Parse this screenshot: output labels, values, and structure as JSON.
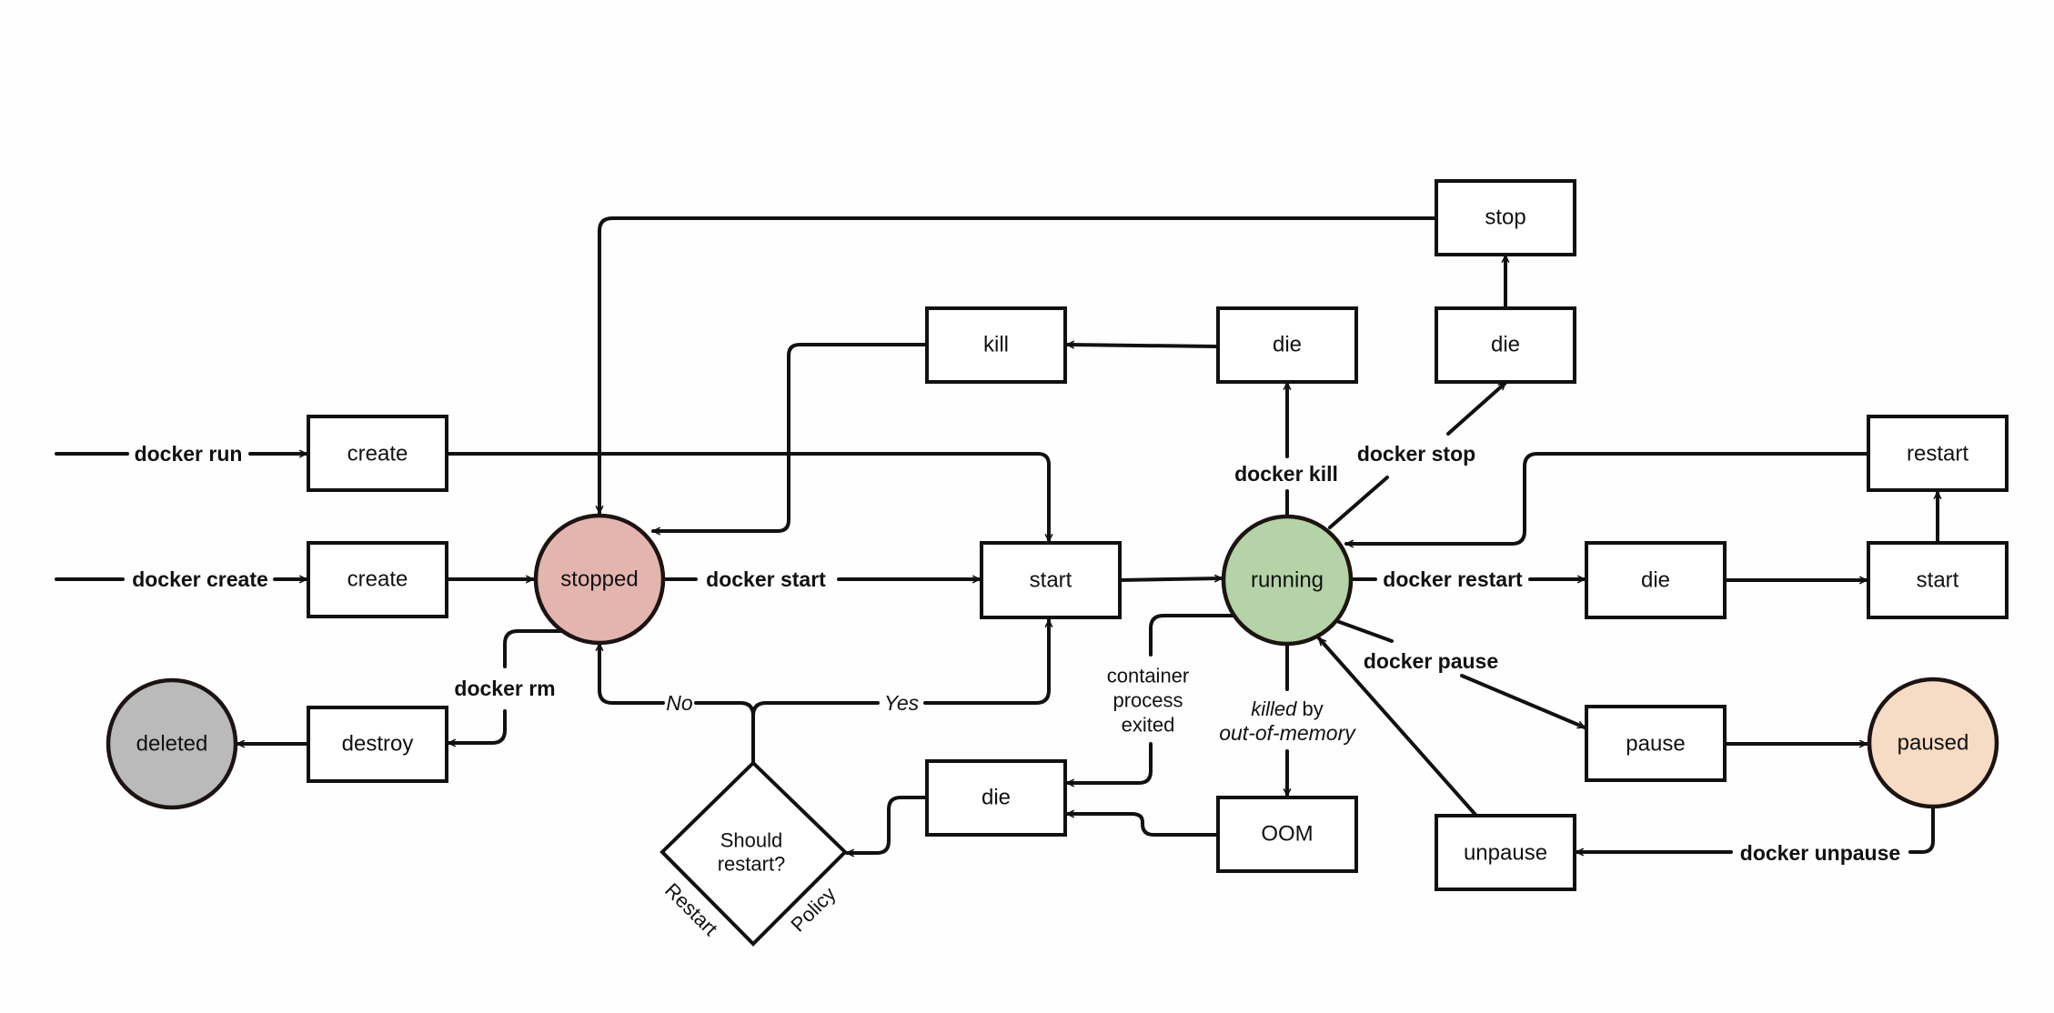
{
  "diagram": {
    "states": {
      "stopped": {
        "label": "stopped",
        "color": "#e3b5ae"
      },
      "running": {
        "label": "running",
        "color": "#b4d3a6"
      },
      "paused": {
        "label": "paused",
        "color": "#f6dcc4"
      },
      "deleted": {
        "label": "deleted",
        "color": "#bababa"
      }
    },
    "boxes": {
      "create_run": "create",
      "create": "create",
      "destroy": "destroy",
      "kill": "kill",
      "die_kill": "die",
      "die_stop": "die",
      "stop": "stop",
      "start": "start",
      "restart": "restart",
      "die_restart": "die",
      "start_restart": "start",
      "pause": "pause",
      "unpause": "unpause",
      "die_exit": "die",
      "oom": "OOM"
    },
    "decision": {
      "line1": "Should",
      "line2": "restart?",
      "side_left": "Restart",
      "side_right": "Policy",
      "yes": "Yes",
      "no": "No"
    },
    "edge_labels": {
      "docker_run": "docker run",
      "docker_create": "docker create",
      "docker_start": "docker start",
      "docker_rm": "docker rm",
      "docker_kill": "docker kill",
      "docker_stop": "docker stop",
      "docker_restart": "docker restart",
      "docker_pause": "docker pause",
      "docker_unpause": "docker unpause",
      "container_exited_1": "container",
      "container_exited_2": "process",
      "container_exited_3": "exited",
      "oom_killed": "killed",
      "oom_by": " by",
      "oom_cause": "out-of-memory"
    }
  }
}
